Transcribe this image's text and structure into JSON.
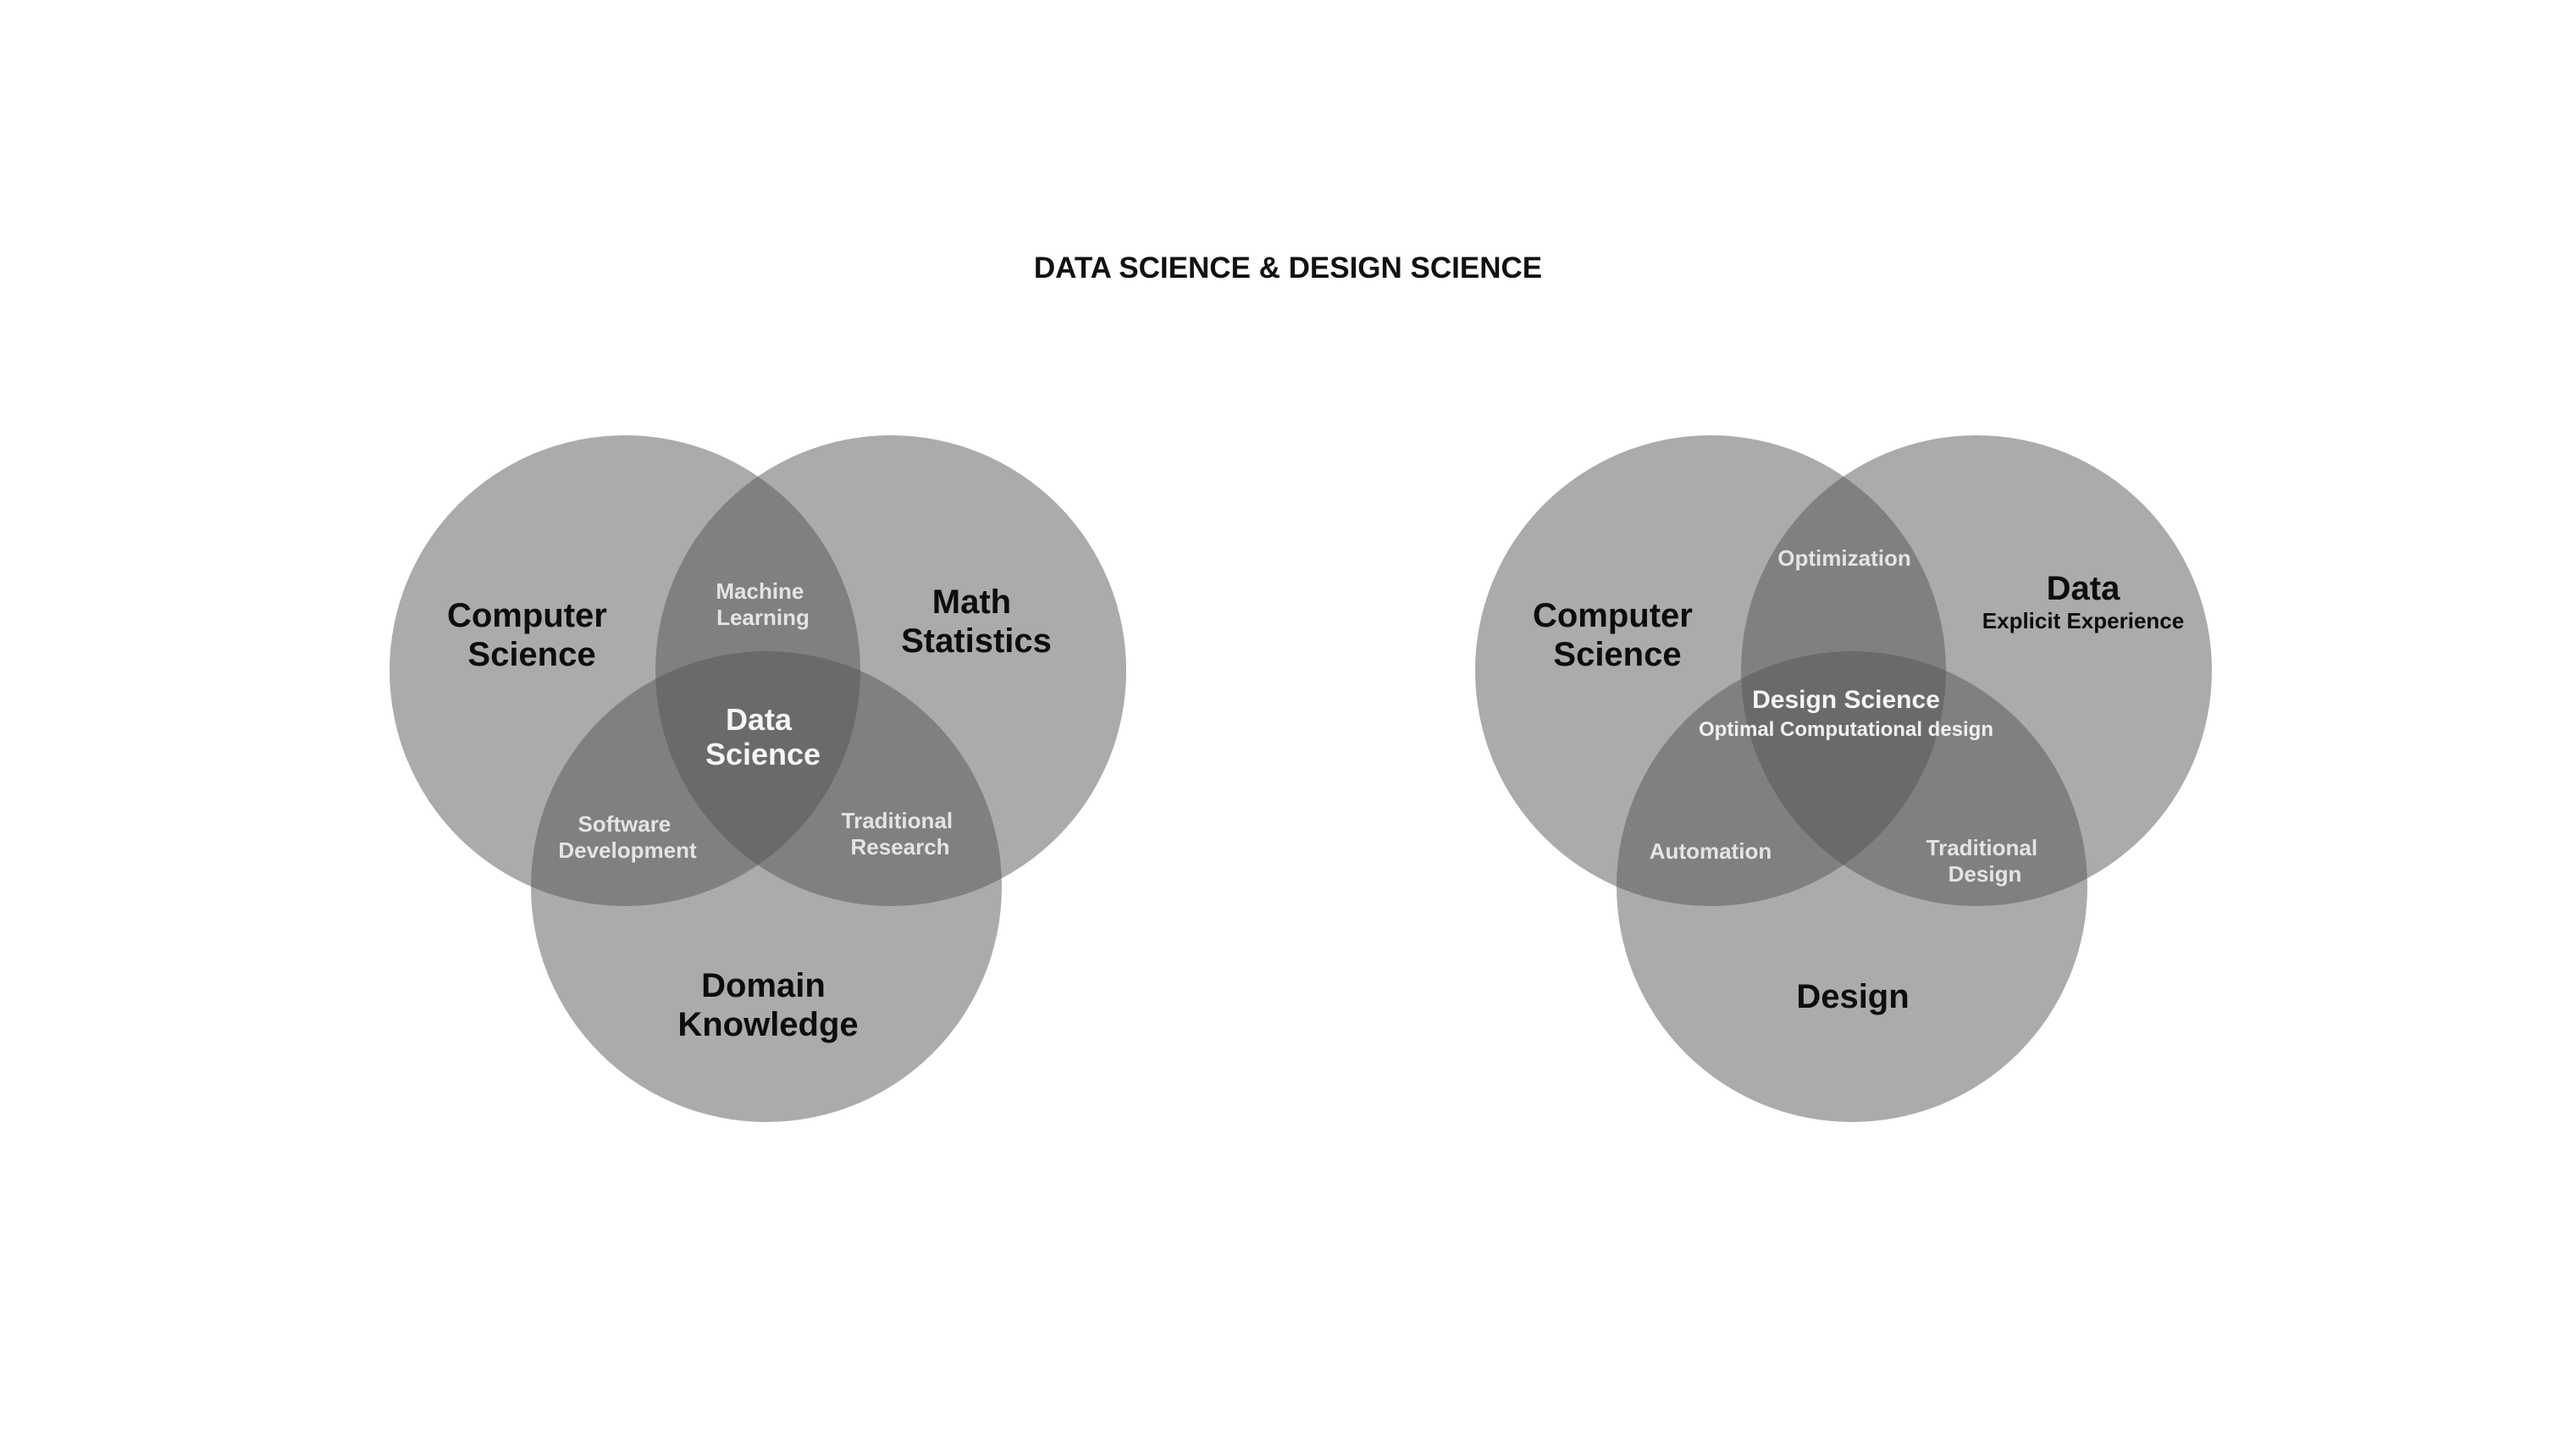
{
  "title": "DATA SCIENCE & DESIGN SCIENCE",
  "colors": {
    "circle_fill": "#545454",
    "background": "#ffffff"
  },
  "diagrams": [
    {
      "circles": {
        "top_left": [
          "Computer",
          "Science"
        ],
        "top_right": [
          "Math",
          "Statistics"
        ],
        "bottom": [
          "Domain",
          "Knowledge"
        ]
      },
      "overlaps": {
        "top": [
          "Machine",
          "Learning"
        ],
        "left": [
          "Software",
          "Development"
        ],
        "right": [
          "Traditional",
          "Research"
        ]
      },
      "center": [
        "Data",
        "Science"
      ]
    },
    {
      "circles": {
        "top_left": [
          "Computer",
          "Science"
        ],
        "top_right_title": "Data",
        "top_right_subtitle": "Explicit Experience",
        "bottom": "Design"
      },
      "overlaps": {
        "top": "Optimization",
        "left": "Automation",
        "right": [
          "Traditional",
          "Design"
        ]
      },
      "center_title": "Design Science",
      "center_subtitle": "Optimal Computational design"
    }
  ]
}
